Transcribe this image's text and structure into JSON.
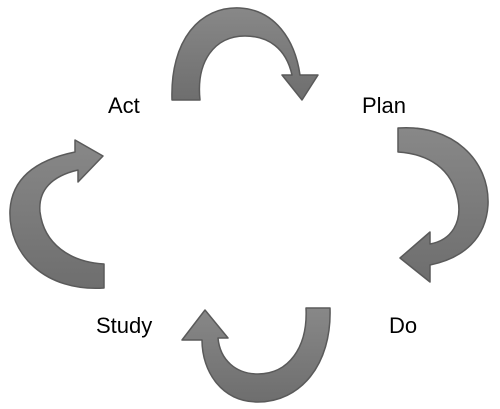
{
  "diagram": {
    "stages": [
      {
        "id": "act",
        "label": "Act"
      },
      {
        "id": "plan",
        "label": "Plan"
      },
      {
        "id": "do",
        "label": "Do"
      },
      {
        "id": "study",
        "label": "Study"
      }
    ],
    "arrow_fill": "#7a7a7a",
    "arrow_stroke": "#5a5a5a",
    "label_color": "#000000"
  }
}
